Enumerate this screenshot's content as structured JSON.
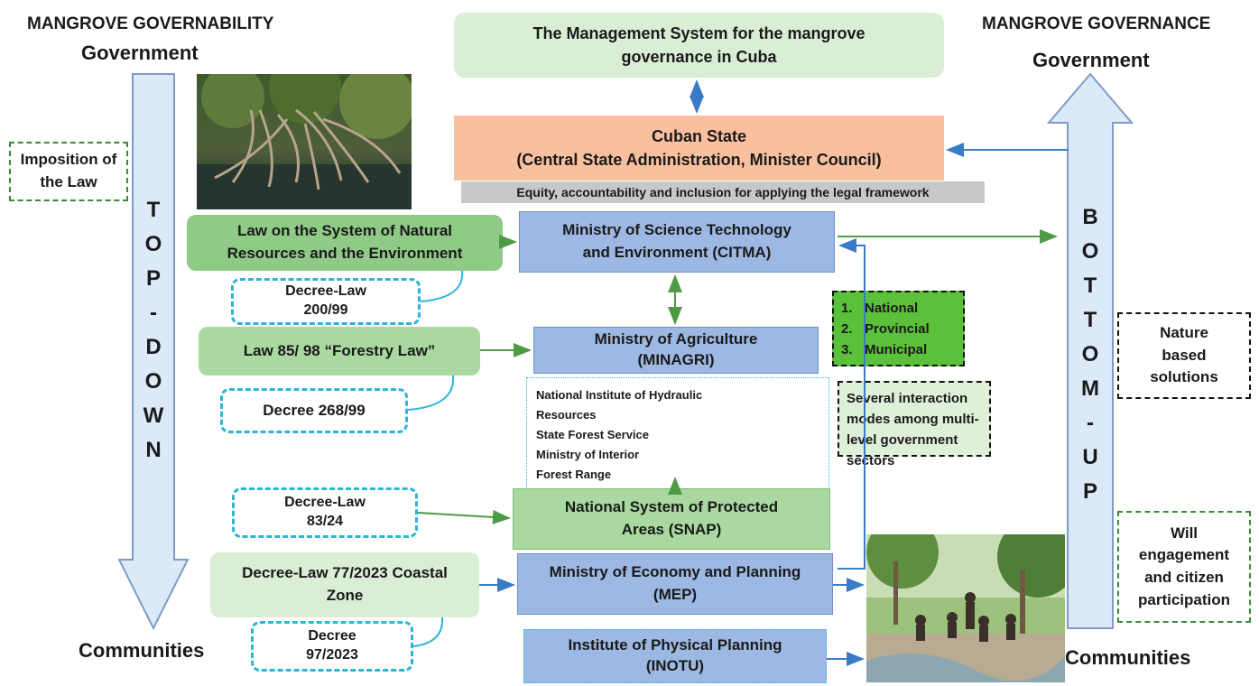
{
  "left": {
    "heading": "MANGROVE GOVERNABILITY",
    "top_label": "Government",
    "bottom_label": "Communities",
    "arrow_letters": [
      "T",
      "O",
      "P",
      "-",
      "D",
      "O",
      "W",
      "N"
    ],
    "side_note": "Imposition of the Law"
  },
  "right": {
    "heading": "MANGROVE GOVERNANCE",
    "top_label": "Government",
    "bottom_label": "Communities",
    "arrow_letters": [
      "B",
      "O",
      "T",
      "T",
      "O",
      "M",
      "-",
      "U",
      "P"
    ],
    "side_note_1": "Nature based solutions",
    "side_note_2": "Will engagement and citizen participation"
  },
  "center": {
    "management_system": "The Management System for the mangrove governance in Cuba",
    "cuban_state_line1": "Cuban State",
    "cuban_state_line2": "(Central State Administration, Minister Council)",
    "equity_banner": "Equity, accountability and inclusion for applying the legal framework",
    "citma_line1": "Ministry of Science Technology",
    "citma_line2": "and Environment (CITMA)",
    "minagri_line1": "Ministry of Agriculture",
    "minagri_line2": "(MINAGRI)",
    "agencies": [
      "National Institute of Hydraulic Resources",
      "State Forest Service",
      "Ministry of Interior",
      "Forest Range"
    ],
    "snap_line1": "National System of Protected",
    "snap_line2": "Areas (SNAP)",
    "mep_line1": "Ministry of Economy and Planning",
    "mep_line2": "(MEP)",
    "inotu_line1": "Institute of Physical Planning",
    "inotu_line2": "(INOTU)"
  },
  "laws": {
    "law_environment_line1": "Law on the System of Natural",
    "law_environment_line2": "Resources and the Environment",
    "decree_law_200_line1": "Decree-Law",
    "decree_law_200_line2": "200/99",
    "forestry_law": "Law 85/ 98 “Forestry Law”",
    "decree_268": "Decree 268/99",
    "decree_law_83_line1": "Decree-Law",
    "decree_law_83_line2": "83/24",
    "decree_law_77_line1": "Decree-Law 77/2023 Coastal",
    "decree_law_77_line2": "Zone",
    "decree_97_line1": "Decree",
    "decree_97_line2": "97/2023"
  },
  "levels": {
    "items": [
      "National",
      "Provincial",
      "Municipal"
    ],
    "interaction_note": "Several interaction modes among multi-level government sectors"
  },
  "colors": {
    "arrow_fill": "#dce9f8",
    "arrow_stroke": "#7d9cc4",
    "green_arrow": "#4f9a45",
    "blue_arrow": "#3a7bc8"
  }
}
